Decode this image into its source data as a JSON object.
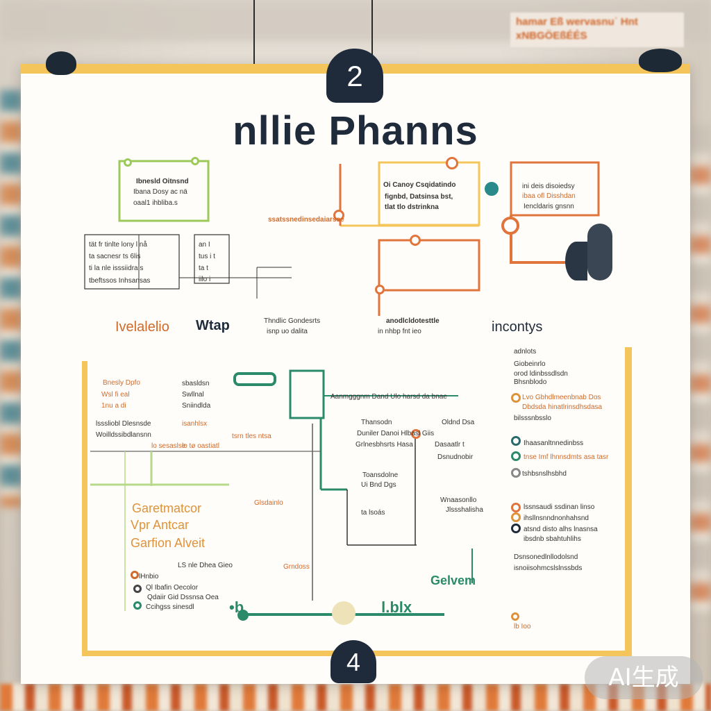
{
  "background": {
    "sign_text": "hamar Eß wervasnuʿ Hnt\nxNBGÖEßÉÉS"
  },
  "badges": {
    "top": "2",
    "bottom": "4"
  },
  "title": "nllie Phanns",
  "top_left_card": {
    "lines": [
      "Ibnesld Oitnsnd",
      "Ibana Dosy ac nä",
      "oaal1 ihbliba.s"
    ]
  },
  "center_card": {
    "lines": [
      "Oi Canoy Csqidatindo",
      "fignbd, Datsinsa bst,",
      "tlat tlo dstrinkna"
    ]
  },
  "right_card": {
    "lines": [
      "ini deis disoiedsy",
      "ibaa ofl Disshdan",
      "Iencldaris gnsnn"
    ]
  },
  "mid_label_left": "ssatssnedinsedaiarsse",
  "table": {
    "rows": [
      "tät fr tinlte lony l nå",
      "ta sacnesr ts 6lis",
      "ti la nle isssiidra s",
      "tbeftssos Inhsansas"
    ],
    "right_rows": [
      "an I",
      "tus i t",
      "ta t",
      "iilo i"
    ]
  },
  "section_left": {
    "label": "Ivelalelio",
    "label2": "Wtap",
    "note1": "Thndlic Gondesrts",
    "note2": "isnp uo dalita"
  },
  "section_right": {
    "note1": "anodlcldotesttle",
    "note2": "in nhbp fnt ieo",
    "label": "incontys"
  },
  "lower_left": {
    "top_lines": [
      "Bnesly Dpfo",
      "Wsl fi eal",
      "1nu a di",
      "sbasldsn",
      "Swllnal",
      "Sniindlda",
      "isanhlsx"
    ],
    "mid_lines": [
      "lsssliobl Dlesnsde",
      "Woilldssibdlansnn",
      "lo sesaslse",
      "lo tø oastiatl",
      "tsrn tles ntsa"
    ],
    "heading": [
      "Garetmatcor",
      "Vpr Antcar",
      "Garfion Alveit"
    ],
    "list": [
      "lHnbio",
      "LS nle Dhea Gieo",
      "Ql Ibafin Oecolor",
      "Qdaiir Gid Dssnsa Oea",
      "Ccihgss sinesdl"
    ]
  },
  "lower_center": {
    "top_label": "Aanmgggnm Dand Ulo harsd da bnae",
    "labels": [
      "Thansodn",
      "Oldnd Dsa",
      "Duniler Danoi Hlbasl Giis",
      "Grlnesbhsrts Hasa",
      "Dasaatlr t",
      "Dsnudnobir",
      "Toansdolne",
      "Ui Bnd Dgs",
      "Glsdainlo",
      "ta lsoás",
      "Wnaasonllo",
      "Jlssshalisha",
      "Grndoss"
    ],
    "big_label": "Gelvem",
    "bottom_glyphs": "•b         l.blx"
  },
  "lower_right": {
    "lines": [
      "adnlots",
      "Giobeinrlo",
      "orod ldinbssdlsdn",
      "Bhsnblodo",
      "Lvo Gbhdlmeenbnab Dos",
      "Dbdsda hinatlrinsdhsdasa",
      "bilsssnbsslo",
      "Ihaasanltnnedinbss",
      "tnse Imf lhnnsdmts asa tasr",
      "tshbsnslhsbhd",
      "lssnsaudi ssdinan linso",
      "ihsllnsnndnonhahsnd",
      "atsnd disto alhs lnasnsa",
      "ibsdnb sbahtuhlihs",
      "Dsnsonedlnllodolsnd",
      "isnoiisohmcslslnssbds",
      "lb Ioo"
    ]
  },
  "watermark": "AI生成",
  "colors": {
    "accent_yellow": "#f3c55b",
    "navy": "#1f2b3a",
    "orange": "#e0743a",
    "green": "#2a8a6a",
    "lime": "#9cc95a"
  }
}
